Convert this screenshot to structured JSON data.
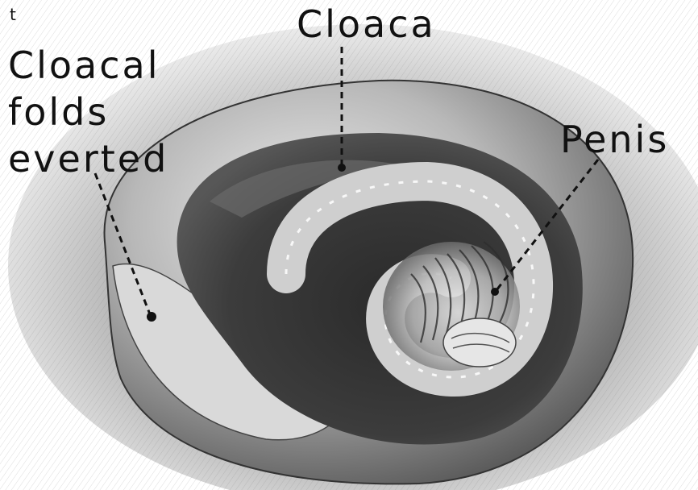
{
  "figure": {
    "labels": {
      "cloacal_folds_everted": [
        "Cloacal",
        "folds",
        "everted"
      ],
      "cloaca": "Cloaca",
      "penis": "Penis"
    },
    "corner_mark": "t"
  },
  "colors": {
    "ink": "#111111",
    "background": "#ffffff"
  }
}
